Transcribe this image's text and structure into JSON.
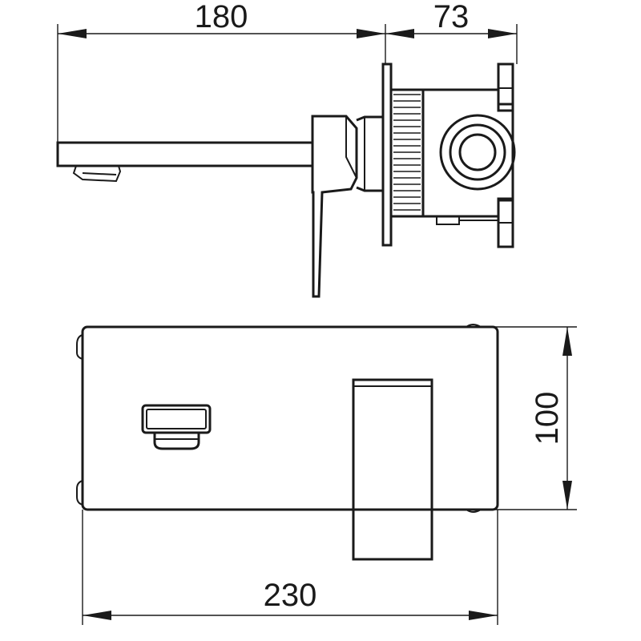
{
  "dimensions": {
    "spout_length": "180",
    "body_depth": "73",
    "plate_height": "100",
    "plate_width": "230"
  },
  "colors": {
    "stroke": "#1a1a1a",
    "background": "#ffffff"
  }
}
